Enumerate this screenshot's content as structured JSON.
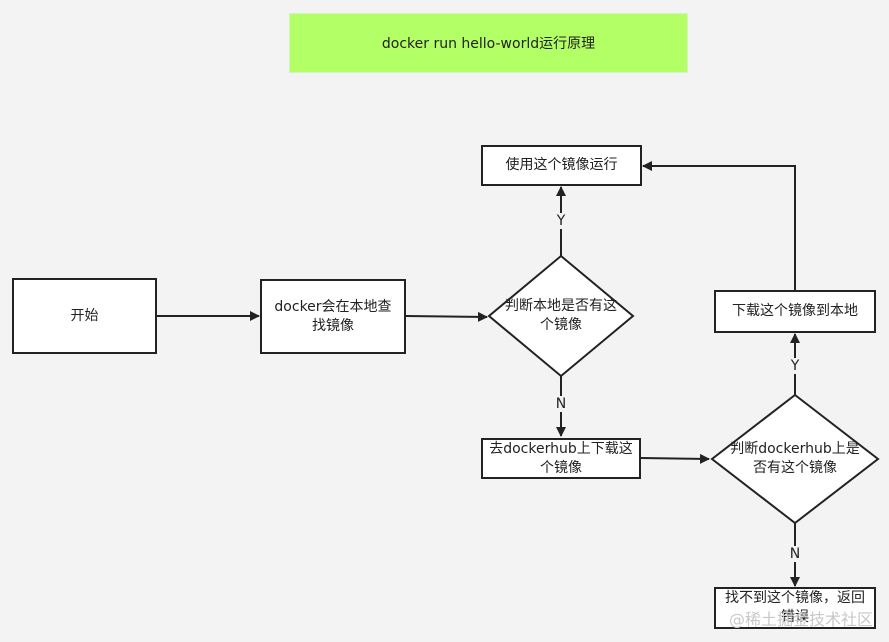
{
  "title": "docker run hello-world运行原理",
  "nodes": {
    "start": "开始",
    "search_local": "docker会在本地查找镜像",
    "check_local": "判断本地是否有这个镜像",
    "run_image": "使用这个镜像运行",
    "download_hub": "去dockerhub上下载这个镜像",
    "check_hub": "判断dockerhub上是否有这个镜像",
    "download_local": "下载这个镜像到本地",
    "not_found": "找不到这个镜像，返回错误"
  },
  "edges": {
    "yes_local": "Y",
    "no_local": "N",
    "yes_hub": "Y",
    "no_hub": "N"
  },
  "watermark": "@稀土掘金技术社区"
}
